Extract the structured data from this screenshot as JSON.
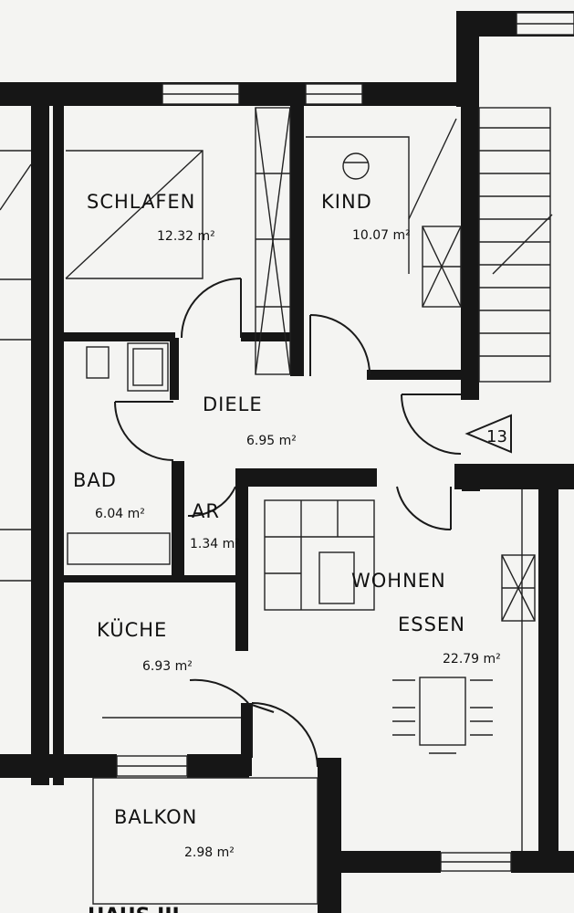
{
  "rooms": {
    "schlafen": {
      "label": "SCHLAFEN",
      "area": "12.32 m²"
    },
    "kind": {
      "label": "KIND",
      "area": "10.07 m²"
    },
    "diele": {
      "label": "DIELE",
      "area": "6.95 m²"
    },
    "bad": {
      "label": "BAD",
      "area": "6.04 m²"
    },
    "ar": {
      "label": "AR",
      "area": "1.34 m²"
    },
    "kueche": {
      "label": "KÜCHE",
      "area": "6.93 m²"
    },
    "wohnen": {
      "label": "WOHNEN",
      "label2": "ESSEN",
      "area": "22.79 m²"
    },
    "balkon": {
      "label": "BALKON",
      "area": "2.98 m²"
    }
  },
  "stair_marker": "13",
  "house_label": "HAUS III",
  "colors": {
    "wall": "#161616",
    "paper": "#f4f4f2"
  }
}
